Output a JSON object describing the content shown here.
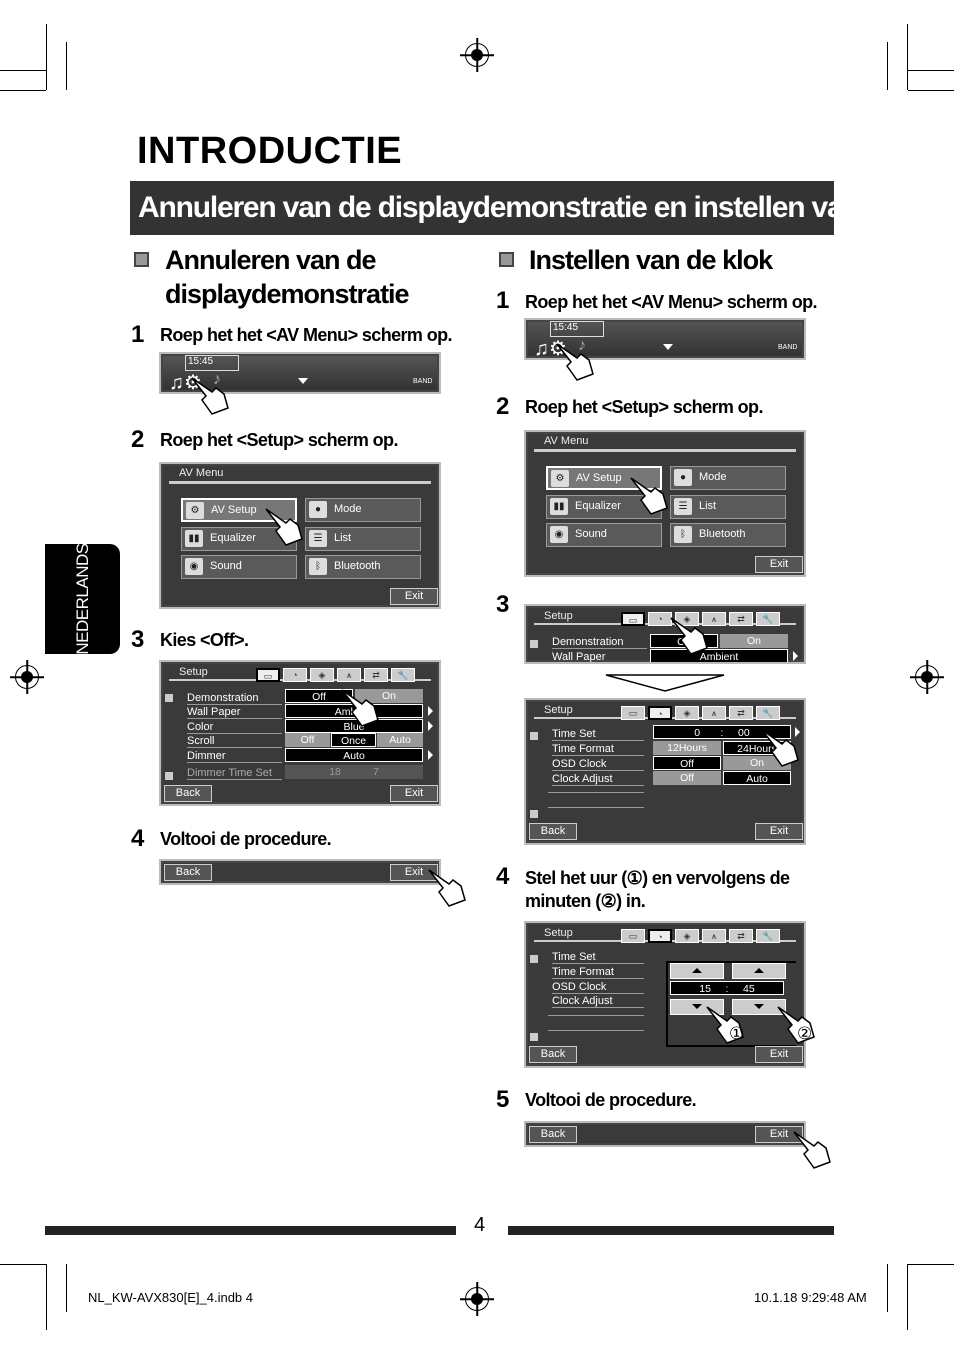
{
  "page": {
    "title": "INTRODUCTIE",
    "banner": "Annuleren van de displaydemonstratie en instellen van de klok",
    "side_tab": "NEDERLANDS",
    "page_number": "4",
    "footer_left": "NL_KW-AVX830[E]_4.indb   4",
    "footer_right": "10.1.18   9:29:48 AM"
  },
  "left": {
    "title_line1": "Annuleren van de",
    "title_line2": "displaydemonstratie",
    "steps": [
      {
        "num": "1",
        "text": "Roep het het <AV Menu> scherm op."
      },
      {
        "num": "2",
        "text": "Roep het <Setup> scherm op."
      },
      {
        "num": "3",
        "text": "Kies <Off>."
      },
      {
        "num": "4",
        "text": "Voltooi de procedure."
      }
    ]
  },
  "right": {
    "title": "Instellen van de klok",
    "steps": [
      {
        "num": "1",
        "text": "Roep het het <AV Menu> scherm op."
      },
      {
        "num": "2",
        "text": "Roep het <Setup> scherm op."
      },
      {
        "num": "3",
        "text": ""
      },
      {
        "num": "4",
        "text_line1": "Stel het uur (①) en vervolgens de",
        "text_line2": "minuten (②) in."
      },
      {
        "num": "5",
        "text": "Voltooi de procedure."
      }
    ]
  },
  "source_bar": {
    "time": "15:45",
    "band": "BAND"
  },
  "av_menu": {
    "title": "AV Menu",
    "items": [
      "AV Setup",
      "Mode",
      "Equalizer",
      "List",
      "Sound",
      "Bluetooth"
    ],
    "exit": "Exit"
  },
  "setup_demo": {
    "title": "Setup",
    "rows": [
      "Demonstration",
      "Wall Paper",
      "Color",
      "Scroll",
      "Dimmer",
      "Dimmer Time Set"
    ],
    "demo_values": [
      "Off",
      "On"
    ],
    "wallpaper_value": "Ambient",
    "color_value": "Blue",
    "scroll_values": [
      "Off",
      "Once",
      "Auto"
    ],
    "dimmer_value": "Auto",
    "dimmer_time": [
      "18",
      "7"
    ],
    "back": "Back",
    "exit": "Exit"
  },
  "setup_clock": {
    "title": "Setup",
    "rows": [
      "Time Set",
      "Time Format",
      "OSD Clock",
      "Clock Adjust"
    ],
    "time_hours": "0",
    "time_colon": ":",
    "time_minutes": "00",
    "format_values": [
      "12Hours",
      "24Hours"
    ],
    "osd_values": [
      "Off",
      "On"
    ],
    "adjust_values": [
      "Off",
      "Auto"
    ],
    "set_hours": "15",
    "set_minutes": "45",
    "marker1": "①",
    "marker2": "②",
    "back": "Back",
    "exit": "Exit"
  }
}
